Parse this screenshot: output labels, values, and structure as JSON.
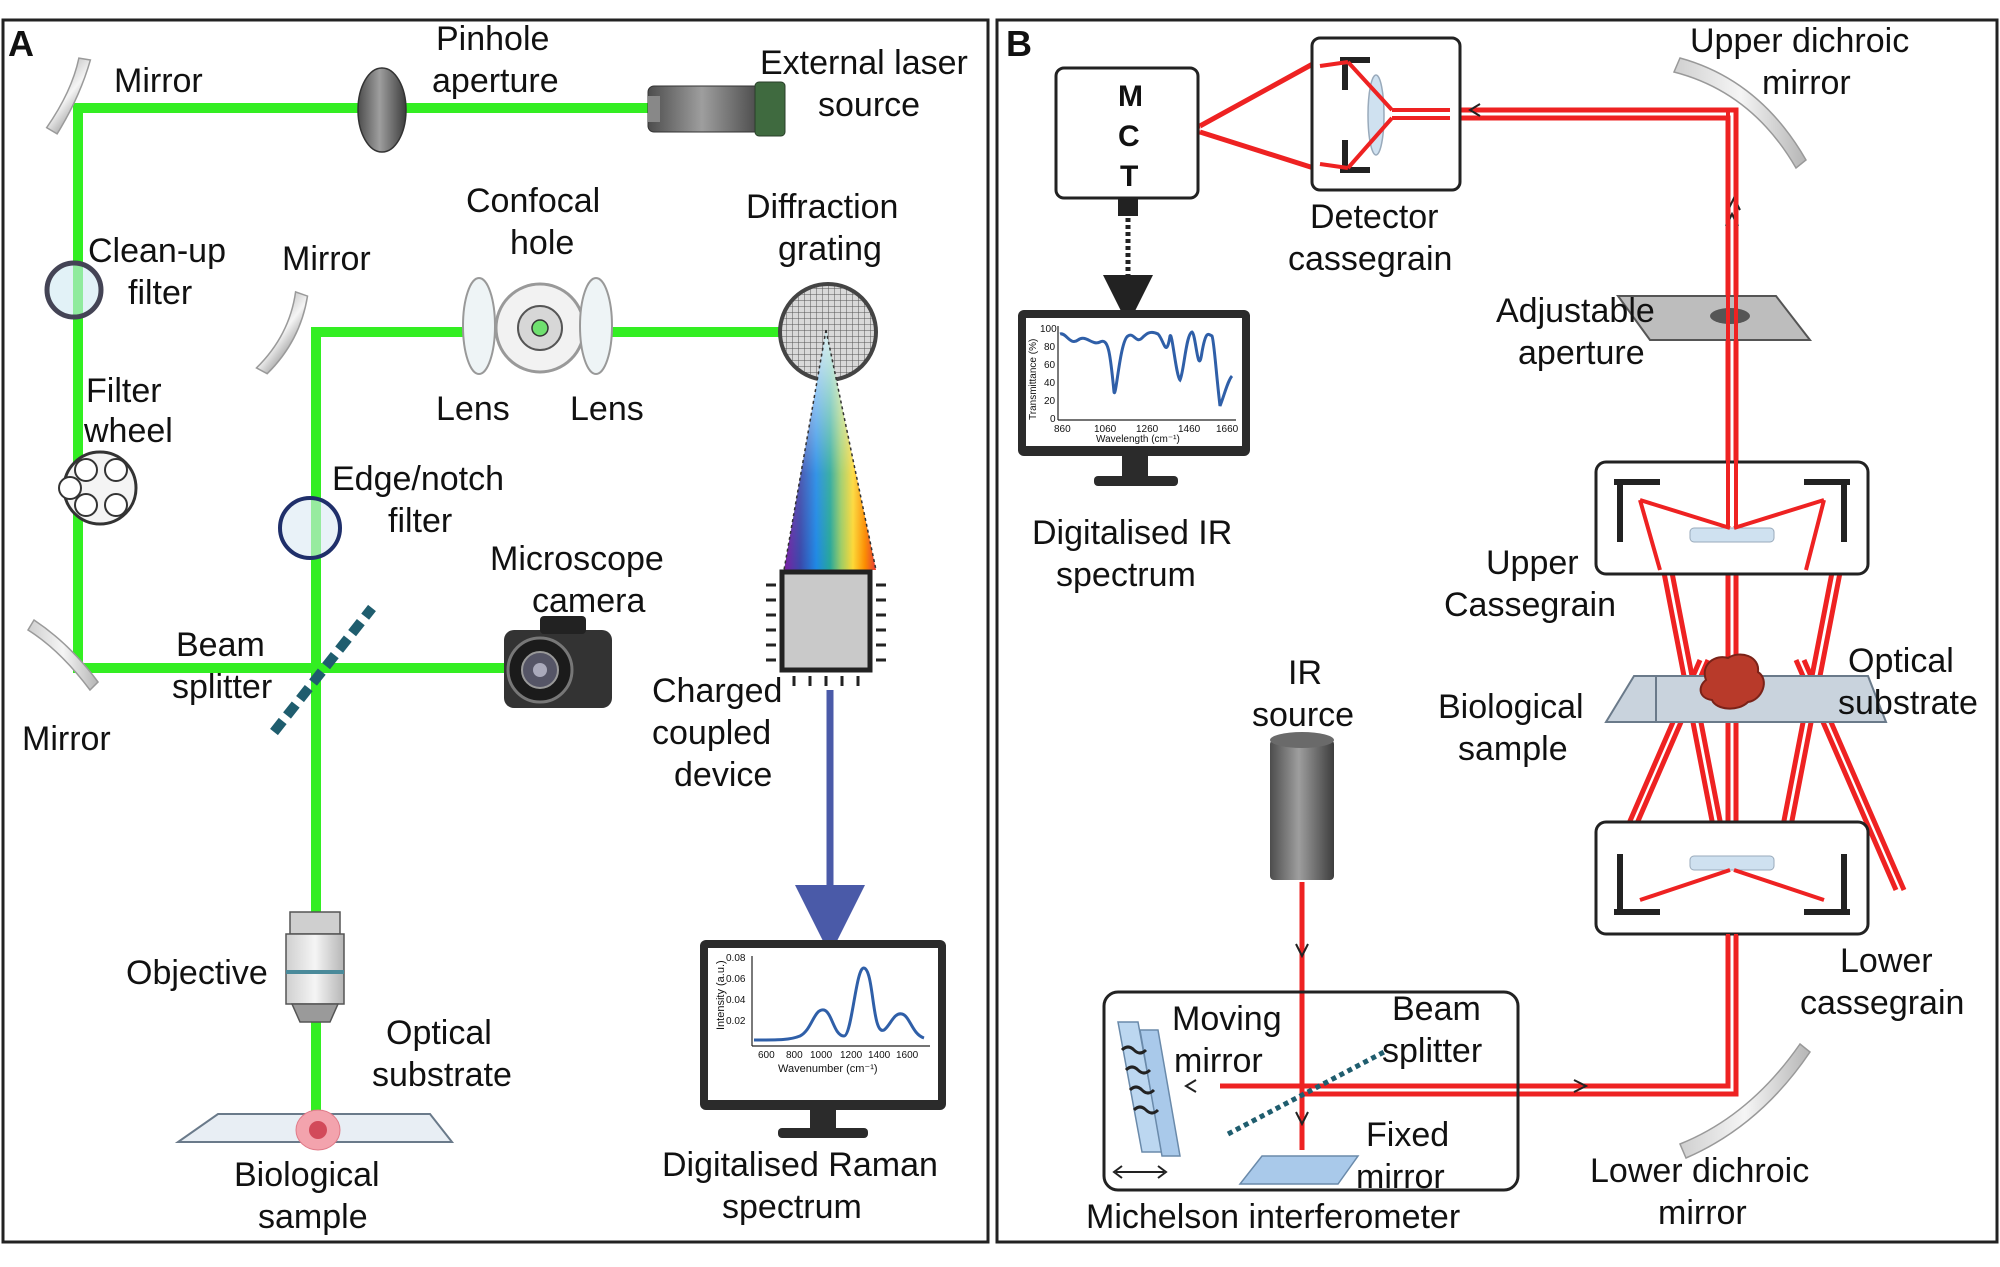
{
  "panelA": {
    "letter": "A",
    "labels": {
      "mirror_top": "Mirror",
      "pinhole": [
        "Pinhole",
        "aperture"
      ],
      "external_laser": [
        "External laser",
        "source"
      ],
      "cleanup": [
        "Clean-up",
        "filter"
      ],
      "mirror_mid": "Mirror",
      "confocal": [
        "Confocal",
        "hole"
      ],
      "diffraction": [
        "Diffraction",
        "grating"
      ],
      "lens_left": "Lens",
      "lens_right": "Lens",
      "filter_wheel": [
        "Filter",
        "wheel"
      ],
      "edge_notch": [
        "Edge/notch",
        "filter"
      ],
      "microscope_camera": [
        "Microscope",
        "camera"
      ],
      "beam_splitter": [
        "Beam",
        "splitter"
      ],
      "mirror_bottom": "Mirror",
      "ccd": [
        "Charged",
        "coupled",
        "device"
      ],
      "objective": "Objective",
      "optical_substrate": [
        "Optical",
        "substrate"
      ],
      "biological_sample": [
        "Biological",
        "sample"
      ],
      "digital_raman": [
        "Digitalised Raman",
        "spectrum"
      ]
    },
    "raman_plot": {
      "ylabel": "Intensity (a.u.)",
      "xlabel": "Wavenumber (cm⁻¹)",
      "yticks": [
        "0.08",
        "0.06",
        "0.04",
        "0.02"
      ],
      "xticks": [
        "600",
        "800",
        "1000",
        "1200",
        "1400",
        "1600"
      ]
    }
  },
  "panelB": {
    "letter": "B",
    "labels": {
      "mct": [
        "M",
        "C",
        "T"
      ],
      "detector_cassegrain": [
        "Detector",
        "cassegrain"
      ],
      "upper_dichroic": [
        "Upper dichroic",
        "mirror"
      ],
      "adjustable_aperture": [
        "Adjustable",
        "aperture"
      ],
      "digital_ir": [
        "Digitalised IR",
        "spectrum"
      ],
      "upper_cassegrain": [
        "Upper",
        "Cassegrain"
      ],
      "ir_source": [
        "IR",
        "source"
      ],
      "biological_sample": [
        "Biological",
        "sample"
      ],
      "optical_substrate": [
        "Optical",
        "substrate"
      ],
      "lower_cassegrain": [
        "Lower",
        "cassegrain"
      ],
      "moving_mirror": [
        "Moving",
        "mirror"
      ],
      "beam_splitter": [
        "Beam",
        "splitter"
      ],
      "fixed_mirror": [
        "Fixed",
        "mirror"
      ],
      "lower_dichroic": [
        "Lower dichroic",
        "mirror"
      ],
      "michelson": "Michelson interferometer"
    },
    "ir_plot": {
      "ylabel": "Transmittance (%)",
      "xlabel": "Wavelength (cm⁻¹)",
      "yticks": [
        "100",
        "80",
        "60",
        "40",
        "20",
        "0"
      ],
      "xticks": [
        "860",
        "1060",
        "1260",
        "1460",
        "1660"
      ]
    }
  },
  "colors": {
    "green_beam": "#33ee22",
    "red_beam": "#ee2222",
    "blue_arrow": "#4a5aa8",
    "plot_line": "#2f5fa8",
    "frame": "#222222"
  }
}
